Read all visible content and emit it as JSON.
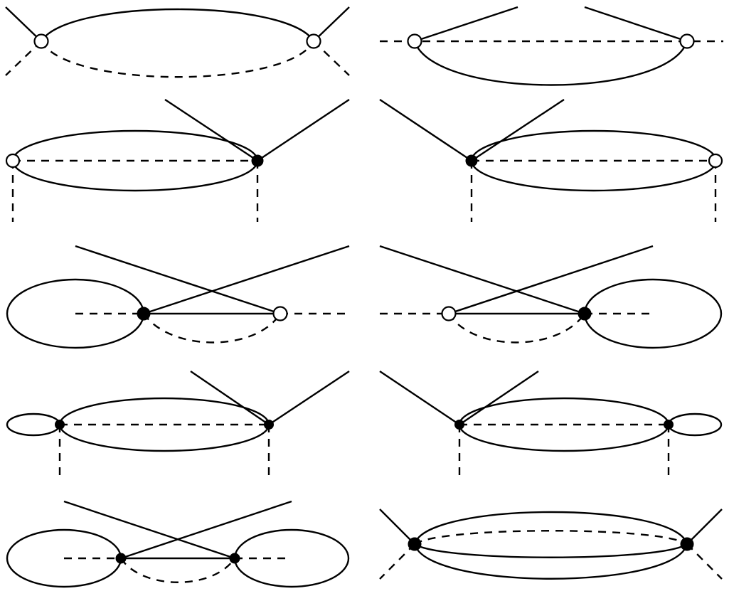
{
  "diagrams": [
    {
      "id": "d1",
      "vertex_type": "open"
    },
    {
      "id": "d2",
      "vertex_type": "open"
    },
    {
      "id": "d3",
      "vertex_type": "mixed"
    },
    {
      "id": "d4",
      "vertex_type": "mixed"
    },
    {
      "id": "d5",
      "vertex_type": "mixed"
    },
    {
      "id": "d6",
      "vertex_type": "mixed"
    },
    {
      "id": "d7",
      "vertex_type": "filled"
    },
    {
      "id": "d8",
      "vertex_type": "filled"
    },
    {
      "id": "d9",
      "vertex_type": "filled"
    },
    {
      "id": "d10",
      "vertex_type": "filled"
    }
  ],
  "colors": {
    "ink": "#000000",
    "background": "#ffffff"
  }
}
